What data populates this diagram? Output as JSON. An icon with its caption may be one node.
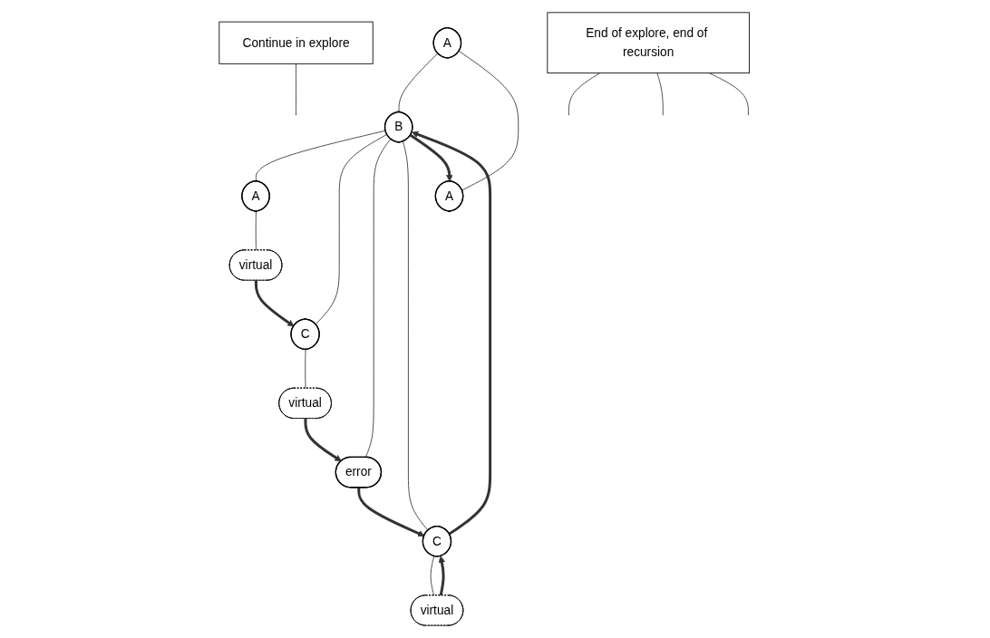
{
  "diagram": {
    "nodes": [
      {
        "text": [
          "A"
        ]
      },
      {
        "text": [
          "B"
        ]
      },
      {
        "text": [
          "A"
        ]
      },
      {
        "text": [
          "A"
        ]
      },
      {
        "text": [
          "C"
        ]
      },
      {
        "text": [
          "error"
        ]
      },
      {
        "text": [
          "C"
        ]
      },
      {
        "text": [
          "virtual"
        ]
      },
      {
        "text": [
          "virtual"
        ]
      },
      {
        "text": [
          "virtual"
        ]
      },
      {
        "text": [
          "Continue in explore"
        ]
      },
      {
        "text": [
          "End of explore, end of recursion"
        ]
      }
    ],
    "edges": [
      {
        "from": 0,
        "to": 1,
        "arrow": "none"
      },
      {
        "from": 0,
        "to": 2,
        "arrow": "none"
      },
      {
        "from": 1,
        "to": 3,
        "arrow": "none"
      },
      {
        "from": 1,
        "to": 4,
        "arrow": "none"
      },
      {
        "from": 1,
        "to": 5,
        "arrow": "none"
      },
      {
        "from": 1,
        "to": 6,
        "arrow": "none"
      },
      {
        "from": 3,
        "to": 7,
        "arrow": "none"
      },
      {
        "from": 4,
        "to": 8,
        "arrow": "none"
      },
      {
        "from": 6,
        "to": 9,
        "arrow": "none"
      },
      {
        "from": 1,
        "to": 2,
        "arrow": "to",
        "style": "thick"
      },
      {
        "from": 6,
        "to": 1,
        "arrow": "to",
        "style": "thick"
      },
      {
        "from": 7,
        "to": 4,
        "arrow": "to",
        "style": "thick"
      },
      {
        "from": 8,
        "to": 5,
        "arrow": "to",
        "style": "thick"
      },
      {
        "from": 5,
        "to": 6,
        "arrow": "to",
        "style": "thick"
      },
      {
        "from": 9,
        "to": 6,
        "arrow": "to",
        "style": "thick"
      },
      {
        "from": 10,
        "to": null,
        "arrow": "none"
      },
      {
        "from": 11,
        "to": null,
        "arrow": "none"
      },
      {
        "from": 11,
        "to": null,
        "arrow": "none"
      },
      {
        "from": 11,
        "to": null,
        "arrow": "none"
      }
    ]
  }
}
